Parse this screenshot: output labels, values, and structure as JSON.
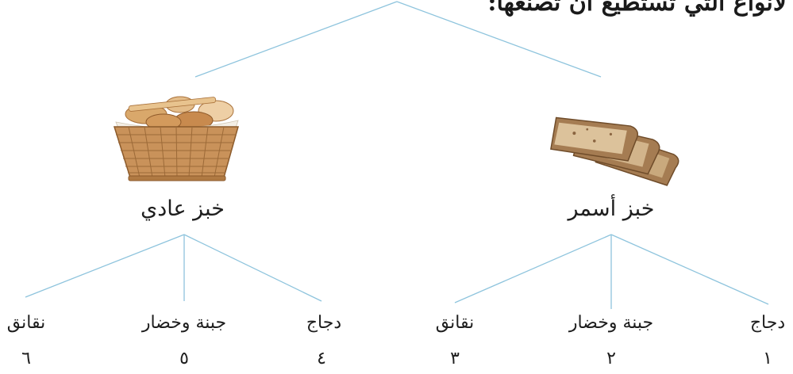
{
  "heading": "لأنواع التي تستطيع أن تصنعها:",
  "tree": {
    "branches": [
      {
        "name": "خبز عادي",
        "icon": "bread-basket-icon",
        "leaves": [
          {
            "label": "نقانق",
            "number": "٦"
          },
          {
            "label": "جبنة وخضار",
            "number": "٥"
          },
          {
            "label": "دجاج",
            "number": "٤"
          }
        ]
      },
      {
        "name": "خبز أسمر",
        "icon": "brown-bread-slices-icon",
        "leaves": [
          {
            "label": "نقانق",
            "number": "٣"
          },
          {
            "label": "جبنة وخضار",
            "number": "٢"
          },
          {
            "label": "دجاج",
            "number": "١"
          }
        ]
      }
    ]
  },
  "colors": {
    "line": "#8ec4dd",
    "text": "#1e1e1e",
    "basket": "#c9925a",
    "bread": "#d9a86b",
    "brown_bread": "#a57c52"
  }
}
